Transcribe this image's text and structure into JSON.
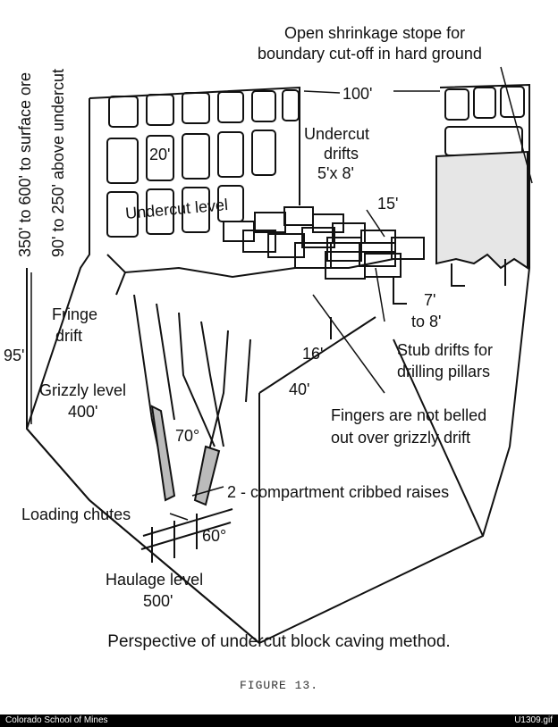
{
  "diagram": {
    "labels": {
      "stope_line1": "Open shrinkage stope  for",
      "stope_line2": "boundary cut-off in hard ground",
      "surface": "350' to 600' to surface ore",
      "above_undercut": "90' to 250' above undercut",
      "dim_100": "100'",
      "dim_20": "20'",
      "undercut_drifts_1": "Undercut",
      "undercut_drifts_2": "drifts",
      "undercut_drifts_3": "5'x 8'",
      "undercut_level": "Undercut  level",
      "dim_15": "15'",
      "dim_7": "7'",
      "dim_to8": "to 8'",
      "fringe_1": "Fringe",
      "fringe_2": "drift",
      "dim_95": "95'",
      "grizzly_1": "Grizzly level",
      "grizzly_2": "400'",
      "dim_16": "16'",
      "stub_1": "Stub drifts for",
      "stub_2": "drilling pillars",
      "dim_40": "40'",
      "fingers_1": "Fingers are not belled",
      "fingers_2": "out over grizzly drift",
      "angle_70": "70°",
      "raises": "2 - compartment cribbed raises",
      "loading": "Loading chutes",
      "angle_60": "60°",
      "haulage_1": "Haulage level",
      "haulage_2": "500'"
    }
  },
  "caption": "Perspective of undercut block caving method.",
  "figure_label": "FIGURE 13.",
  "footer": {
    "left": "Colorado School of Mines",
    "right": "U1309.gif"
  }
}
